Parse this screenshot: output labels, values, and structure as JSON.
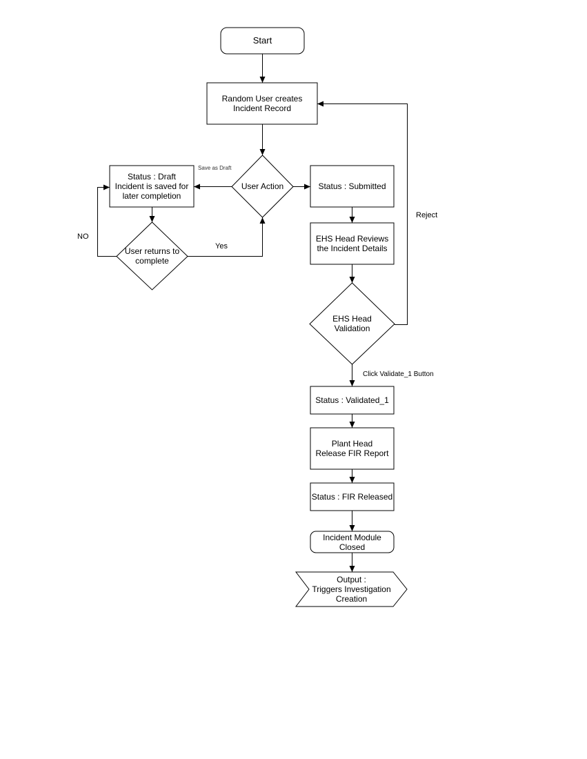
{
  "canvas": {
    "background": "#ffffff",
    "stroke_color": "#000000",
    "text_color": "#000000"
  },
  "nodes": {
    "start": {
      "label": "Start",
      "shape": "rounded-rectangle"
    },
    "create_incident": {
      "label": "Random User creates\nIncident Record",
      "shape": "rectangle"
    },
    "user_action": {
      "label": "User Action",
      "shape": "diamond"
    },
    "status_draft": {
      "label": "Status : Draft\nIncident is saved for\nlater completion",
      "shape": "rectangle"
    },
    "user_returns": {
      "label": "User returns to\ncomplete",
      "shape": "diamond"
    },
    "status_submitted": {
      "label": "Status : Submitted",
      "shape": "rectangle"
    },
    "ehs_reviews": {
      "label": "EHS Head Reviews\nthe Incident Details",
      "shape": "rectangle"
    },
    "ehs_validation": {
      "label": "EHS Head\nValidation",
      "shape": "diamond"
    },
    "status_validated": {
      "label": "Status : Validated_1",
      "shape": "rectangle"
    },
    "plant_head_release": {
      "label": "Plant Head\nRelease FIR Report",
      "shape": "rectangle"
    },
    "status_fir_released": {
      "label": "Status : FIR Released",
      "shape": "rectangle"
    },
    "incident_closed": {
      "label": "Incident Module\nClosed",
      "shape": "rounded-rectangle"
    },
    "output_investigation": {
      "label": "Output :\nTriggers Investigation\nCreation",
      "shape": "arrow-banner"
    }
  },
  "edge_labels": {
    "save_as_draft": "Save as Draft",
    "no": "NO",
    "yes": "Yes",
    "reject": "Reject",
    "click_validate_1": "Click Validate_1 Button"
  }
}
